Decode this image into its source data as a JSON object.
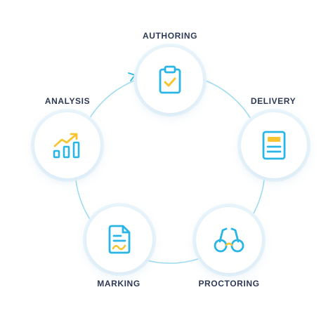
{
  "colors": {
    "accent": "#29b6e6",
    "highlight": "#f7c531",
    "label": "#2e3a55",
    "ring": "#9fdcef"
  },
  "steps": [
    {
      "label": "AUTHORING",
      "icon": "clipboard-check-icon"
    },
    {
      "label": "DELIVERY",
      "icon": "document-icon"
    },
    {
      "label": "PROCTORING",
      "icon": "glasses-icon"
    },
    {
      "label": "MARKING",
      "icon": "graded-paper-icon"
    },
    {
      "label": "ANALYSIS",
      "icon": "trend-chart-icon"
    }
  ]
}
